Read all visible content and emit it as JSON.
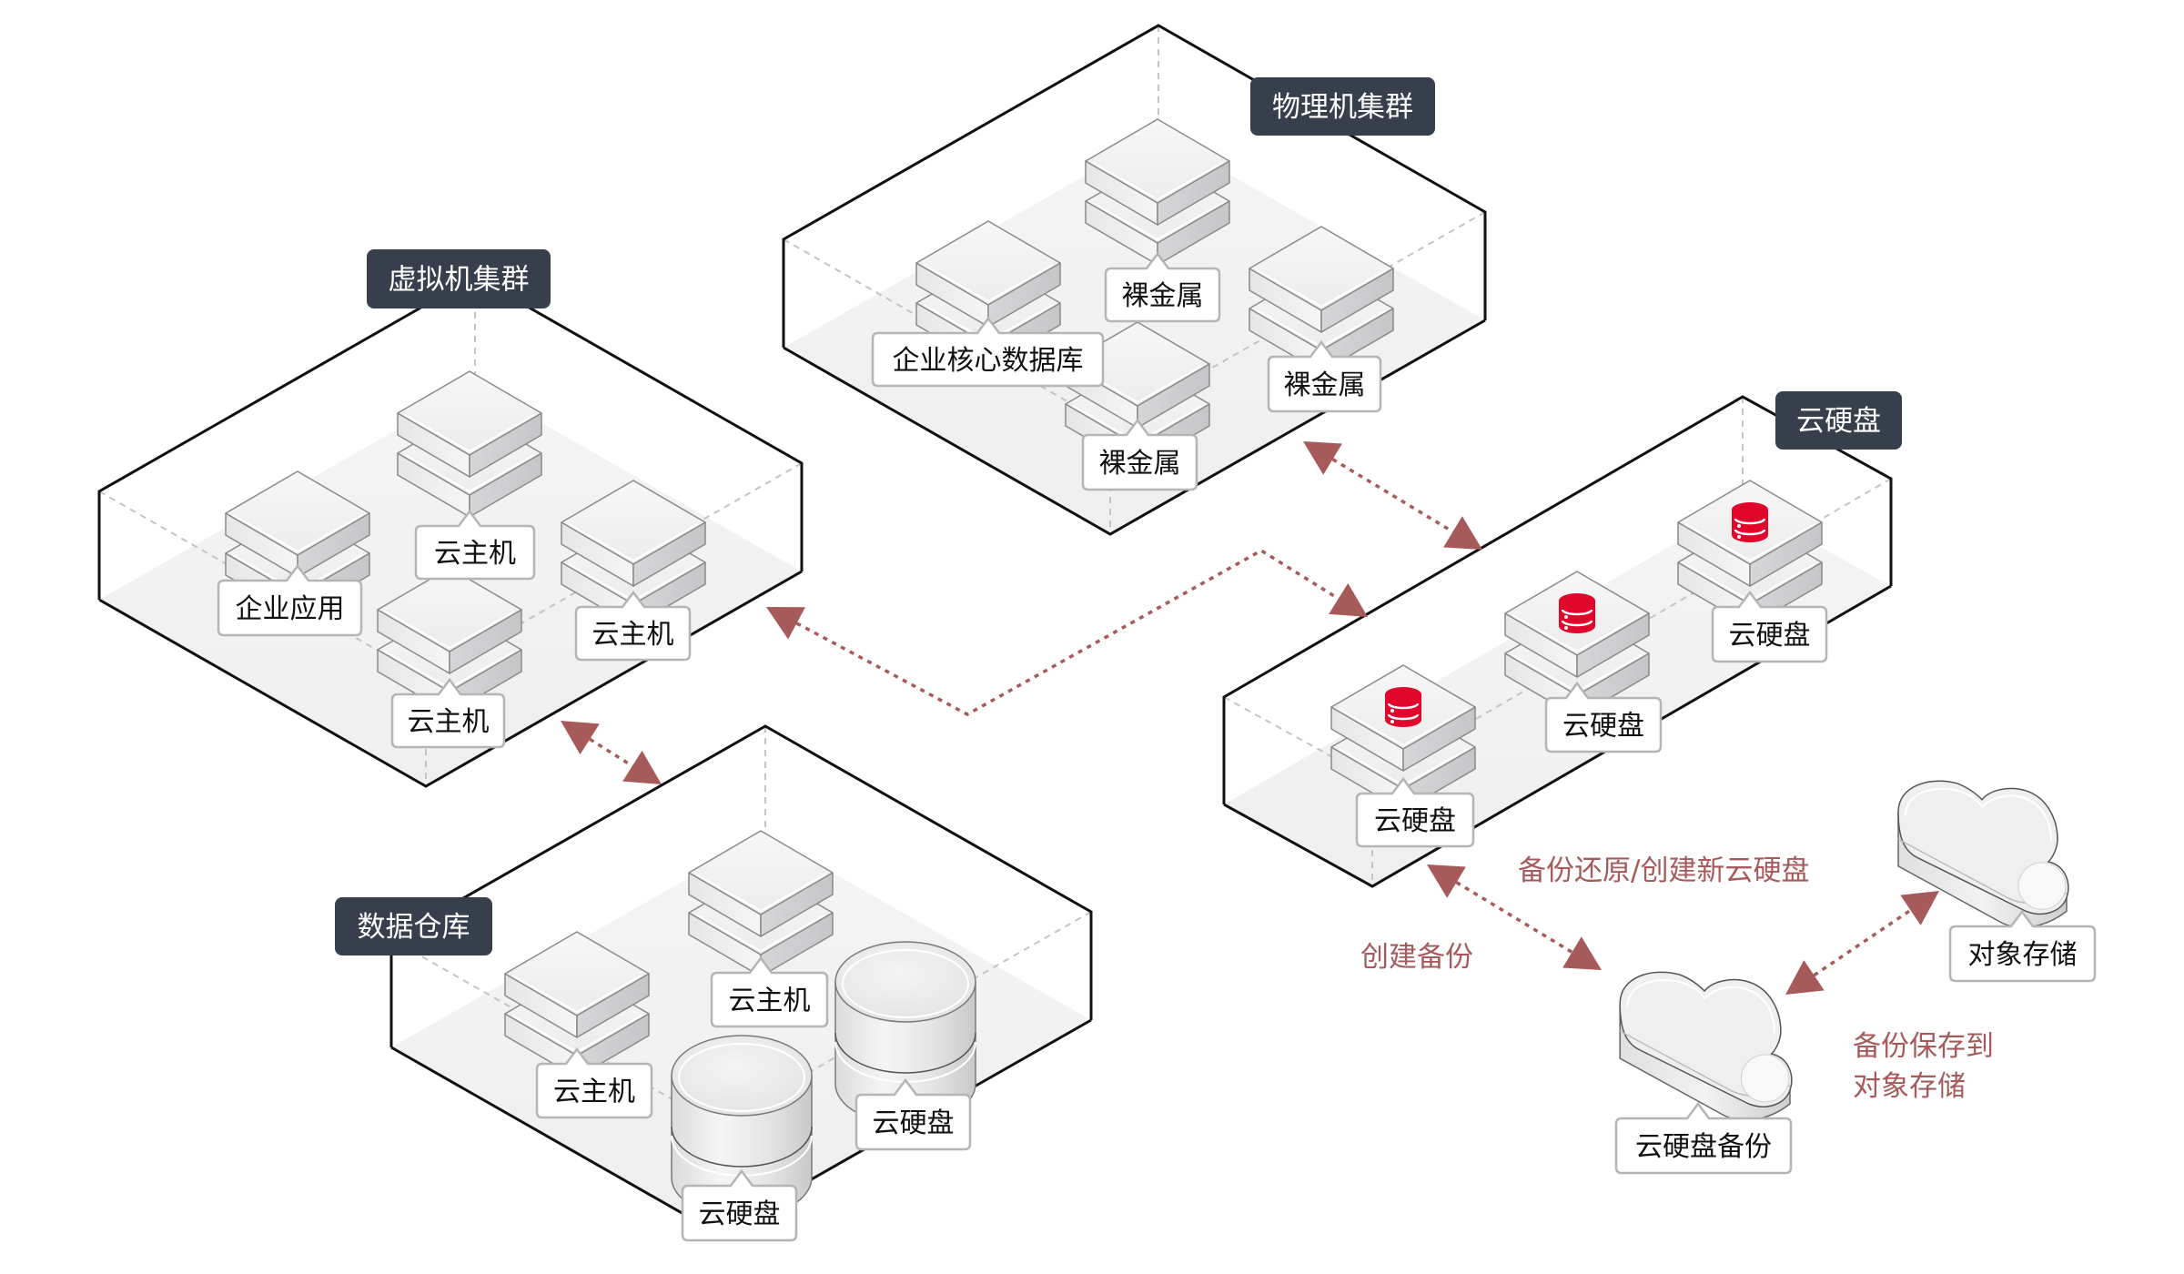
{
  "colors": {
    "group_label_bg": "#373f4d",
    "arrow": "#a65a5a",
    "note_text": "#a55b5b",
    "disk_icon": "#e1062b",
    "box_outline": "#111111",
    "floor": "#f2f2f2"
  },
  "groups": {
    "vm_cluster": {
      "label": "虚拟机集群"
    },
    "physical_cluster": {
      "label": "物理机集群"
    },
    "cloud_disk": {
      "label": "云硬盘"
    },
    "data_warehouse": {
      "label": "数据仓库"
    }
  },
  "nodes": {
    "vm": [
      {
        "label": "云主机",
        "type": "server"
      },
      {
        "label": "企业应用",
        "type": "server"
      },
      {
        "label": "云主机",
        "type": "server"
      },
      {
        "label": "云主机",
        "type": "server"
      }
    ],
    "physical": [
      {
        "label": "裸金属",
        "type": "server"
      },
      {
        "label": "企业核心数据库",
        "type": "server"
      },
      {
        "label": "裸金属",
        "type": "server"
      },
      {
        "label": "裸金属",
        "type": "server"
      }
    ],
    "disk": [
      {
        "label": "云硬盘",
        "type": "server",
        "icon": "database-icon"
      },
      {
        "label": "云硬盘",
        "type": "server",
        "icon": "database-icon"
      },
      {
        "label": "云硬盘",
        "type": "server",
        "icon": "database-icon"
      }
    ],
    "warehouse": [
      {
        "label": "云主机",
        "type": "server"
      },
      {
        "label": "云主机",
        "type": "server"
      },
      {
        "label": "云硬盘",
        "type": "cylinder"
      },
      {
        "label": "云硬盘",
        "type": "cylinder"
      }
    ],
    "backup": {
      "label": "云硬盘备份",
      "type": "cloud"
    },
    "object_storage": {
      "label": "对象存储",
      "type": "cloud"
    }
  },
  "annotations": {
    "restore": "备份还原/创建新云硬盘",
    "create_backup": "创建备份",
    "save_line1": "备份保存到",
    "save_line2": "对象存储"
  }
}
